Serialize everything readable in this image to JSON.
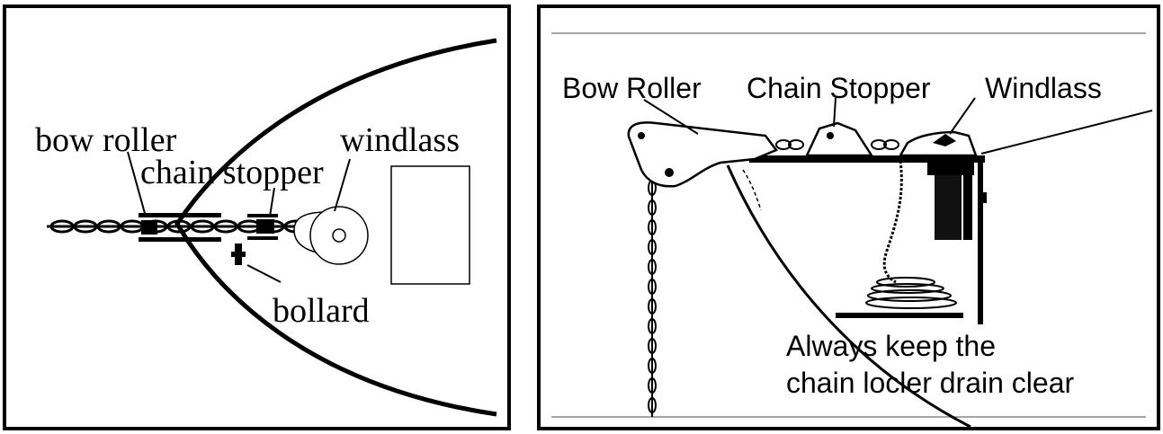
{
  "left_panel": {
    "labels": {
      "bow_roller": "bow roller",
      "chain_stopper": "chain stopper",
      "windlass": "windlass",
      "bollard": "bollard"
    }
  },
  "right_panel": {
    "labels": {
      "bow_roller": "Bow Roller",
      "chain_stopper": "Chain Stopper",
      "windlass": "Windlass",
      "note_line1": "Always keep the",
      "note_line2": "chain locler drain clear"
    }
  },
  "colors": {
    "ink": "#000000",
    "background": "#ffffff",
    "part_fill": "#ffffff",
    "dark_part": "#111111",
    "rule": "#888888"
  }
}
